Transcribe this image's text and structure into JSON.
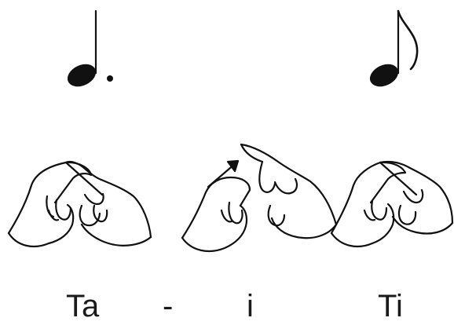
{
  "notes": [
    {
      "icon": "dotted-quarter-note-icon"
    },
    {
      "icon": "eighth-note-icon"
    }
  ],
  "gestures": [
    {
      "icon": "crossed-fingers-hands-icon"
    },
    {
      "icon": "upward-arrow-hands-icon"
    },
    {
      "icon": "crossed-fingers-hands-icon"
    }
  ],
  "syllables": {
    "ta": "Ta",
    "dash": "-",
    "i": "i",
    "ti": "Ti"
  }
}
